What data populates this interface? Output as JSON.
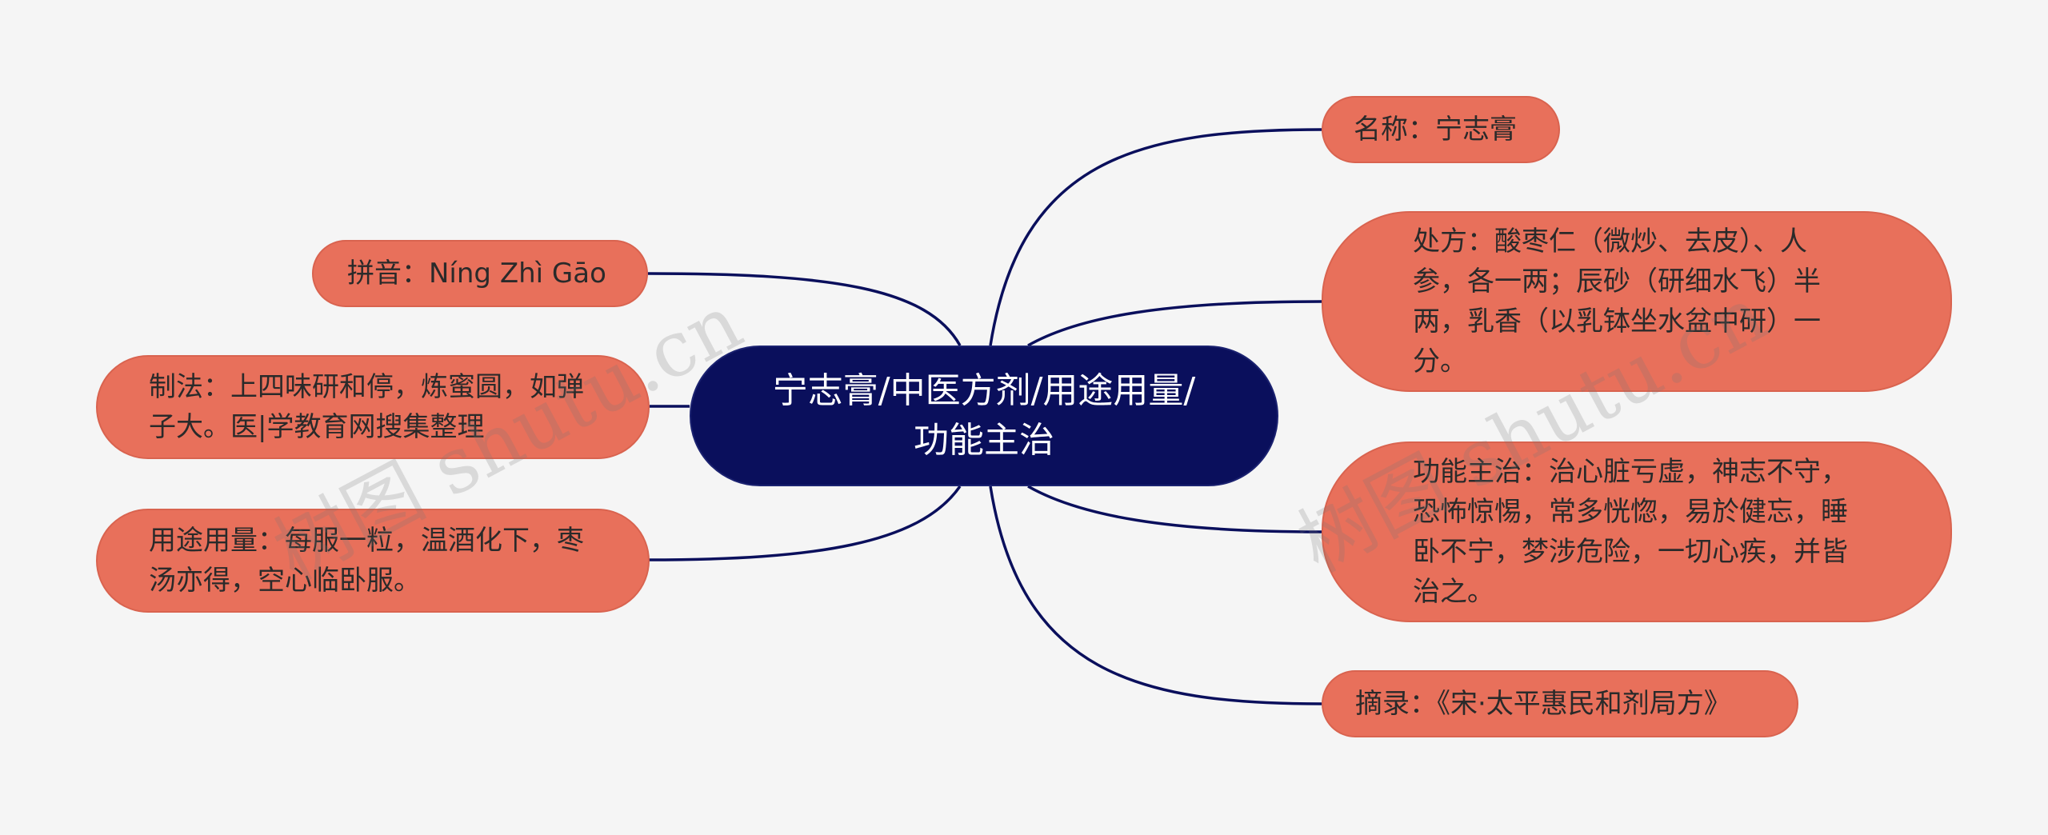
{
  "center": {
    "label": "宁志膏/中医方剂/用途用量/功能主治"
  },
  "right_nodes": [
    {
      "id": "name",
      "label": "名称：宁志膏"
    },
    {
      "id": "prescription",
      "label": "处方：酸枣仁（微炒、去皮）、人参，各一两；辰砂（研细水飞）半两，乳香（以乳钵坐水盆中研）一分。"
    },
    {
      "id": "function",
      "label": "功能主治：治心脏亏虚，神志不守，恐怖惊惕，常多恍惚，易於健忘，睡卧不宁，梦涉危险，一切心疾，并皆治之。"
    },
    {
      "id": "excerpt",
      "label": "摘录：《宋·太平惠民和剂局方》"
    }
  ],
  "left_nodes": [
    {
      "id": "pinyin",
      "label": "拼音：Níng Zhì Gāo"
    },
    {
      "id": "method",
      "label": "制法：上四味研和停，炼蜜圆，如弹子大。医|学教育网搜集整理"
    },
    {
      "id": "usage",
      "label": "用途用量：每服一粒，温酒化下，枣汤亦得，空心临卧服。"
    }
  ],
  "watermarks": [
    "树图 shutu.cn",
    "树图 shutu.cn"
  ],
  "colors": {
    "background": "#f5f5f5",
    "center_fill": "#0a0f5c",
    "node_fill": "#e8705b",
    "connector": "#0a0f5c"
  }
}
